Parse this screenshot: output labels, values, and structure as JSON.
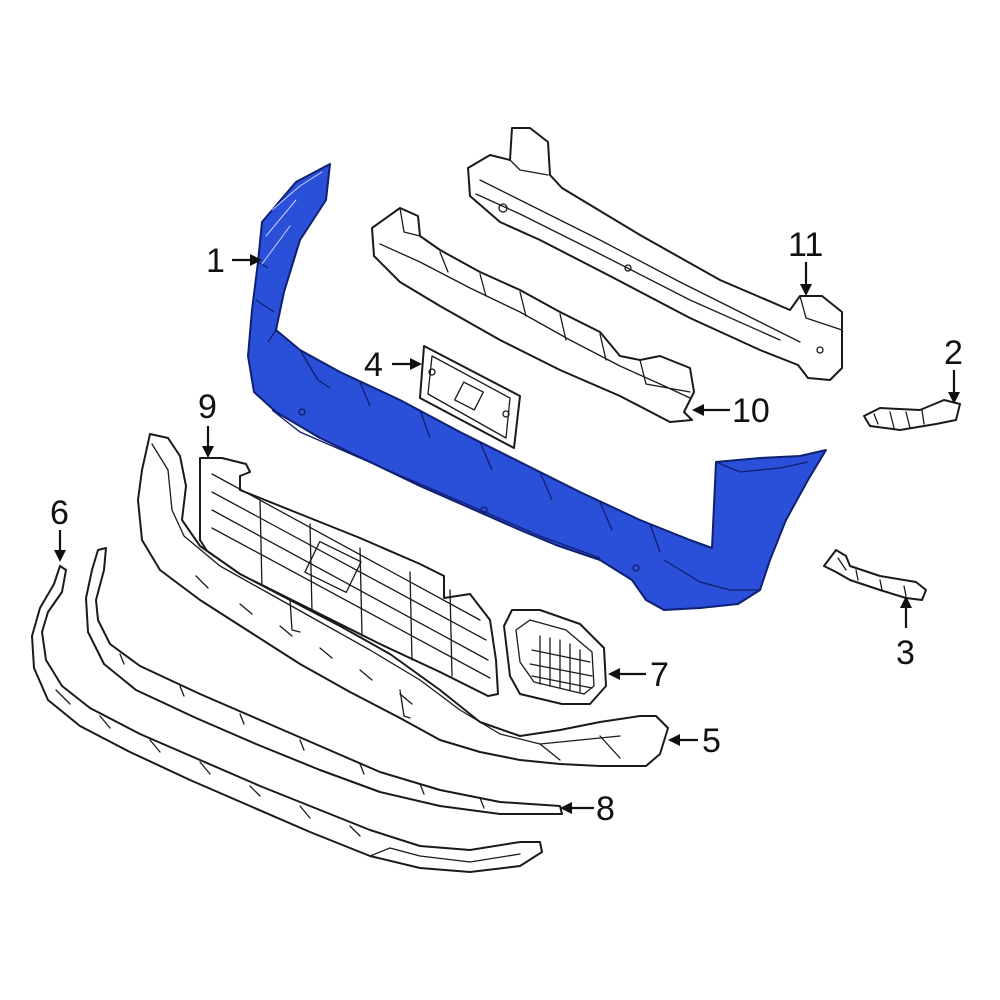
{
  "highlight_color": "#2a4fd8",
  "callouts": {
    "c1": "1",
    "c2": "2",
    "c3": "3",
    "c4": "4",
    "c5": "5",
    "c6": "6",
    "c7": "7",
    "c8": "8",
    "c9": "9",
    "c10": "10",
    "c11": "11"
  }
}
